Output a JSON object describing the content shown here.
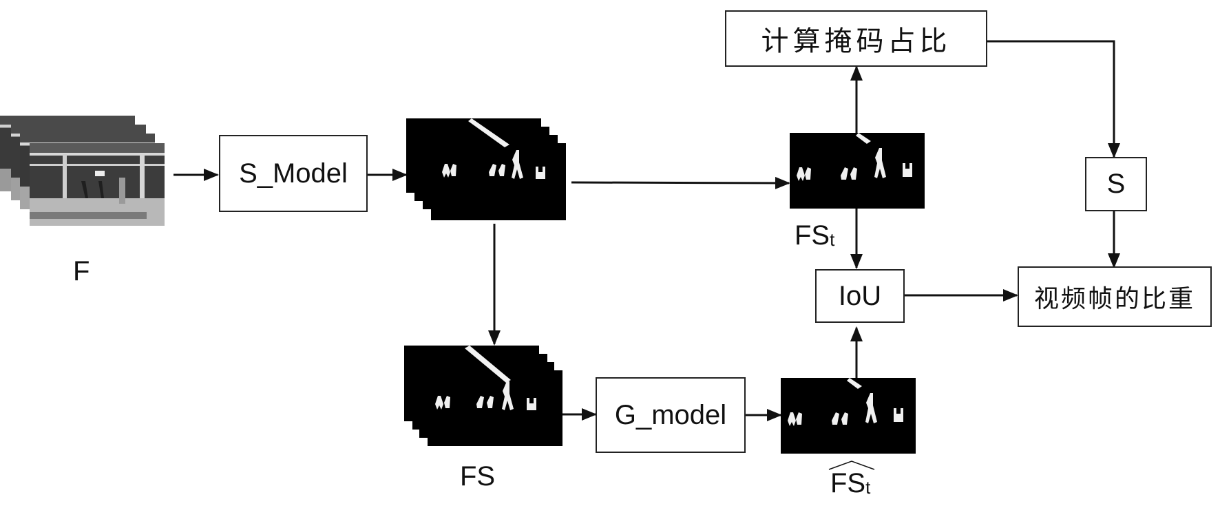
{
  "diagram": {
    "nodes": {
      "input_frames": {
        "label": "F"
      },
      "s_model": {
        "label": "S_Model"
      },
      "segmentation_stack": {
        "label": ""
      },
      "fs_stack": {
        "label": "FS"
      },
      "g_model": {
        "label": "G_model"
      },
      "fs_t": {
        "label_main": "FS",
        "label_sub": "t"
      },
      "fs_t_hat": {
        "label_main": "FS",
        "label_sub": "t"
      },
      "compute_mask_ratio": {
        "label": "计算掩码占比"
      },
      "s_node": {
        "label": "S"
      },
      "iou": {
        "label": "IoU"
      },
      "frame_weight": {
        "label": "视频帧的比重"
      }
    },
    "edges": [
      {
        "from": "input_frames",
        "to": "s_model"
      },
      {
        "from": "s_model",
        "to": "segmentation_stack"
      },
      {
        "from": "segmentation_stack",
        "to": "fs_t"
      },
      {
        "from": "segmentation_stack",
        "to": "fs_stack"
      },
      {
        "from": "fs_stack",
        "to": "g_model"
      },
      {
        "from": "g_model",
        "to": "fs_t_hat"
      },
      {
        "from": "fs_t",
        "to": "compute_mask_ratio"
      },
      {
        "from": "compute_mask_ratio",
        "to": "s_node"
      },
      {
        "from": "fs_t",
        "to": "iou"
      },
      {
        "from": "fs_t_hat",
        "to": "iou"
      },
      {
        "from": "s_node",
        "to": "frame_weight"
      },
      {
        "from": "iou",
        "to": "frame_weight"
      }
    ]
  }
}
